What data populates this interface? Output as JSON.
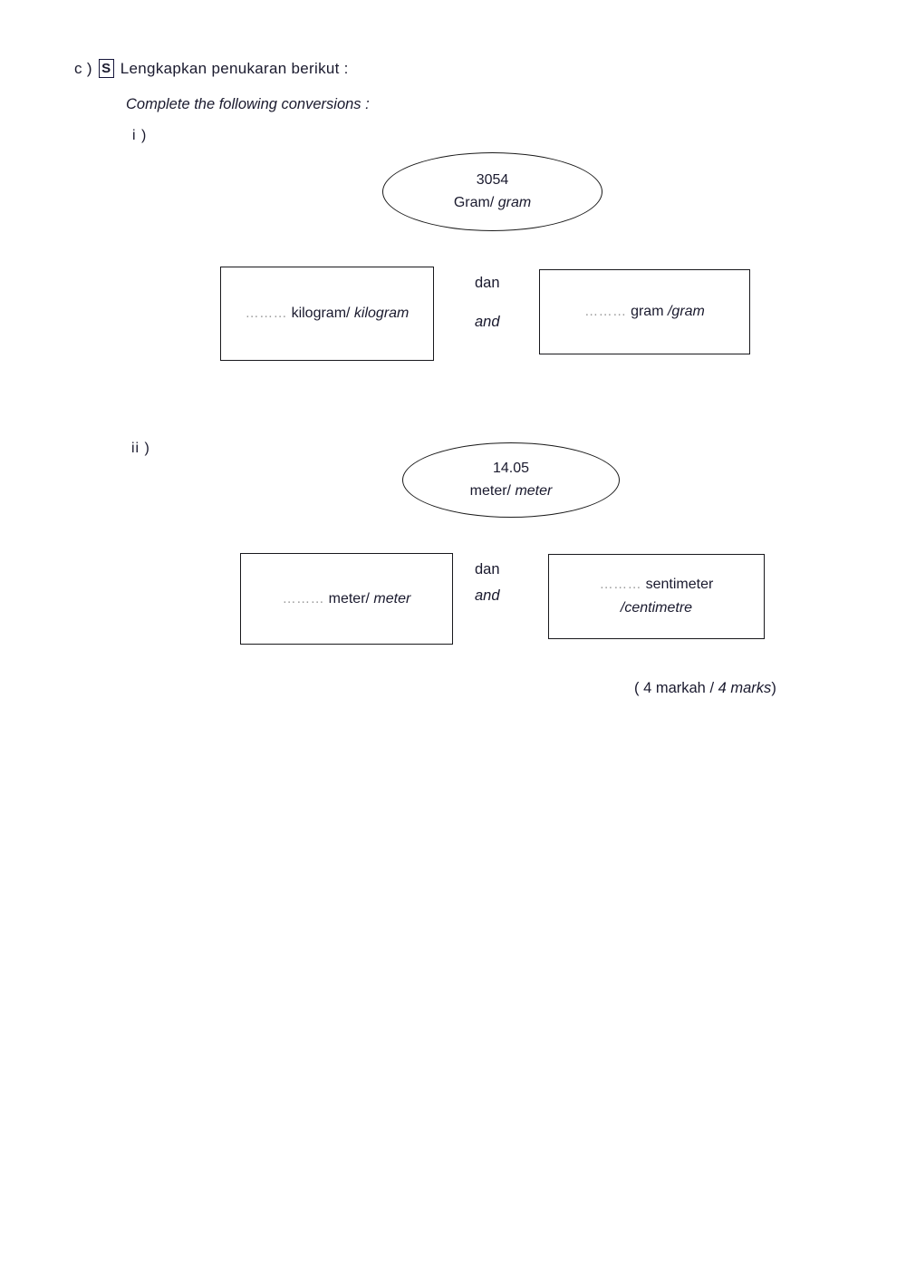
{
  "question": {
    "number": "c )",
    "icon_letter": "S",
    "instruction_my": "Lengkapkan penukaran berikut :",
    "instruction_en": "Complete the following conversions :"
  },
  "items": [
    {
      "marker": "i )",
      "source": {
        "value": "3054",
        "unit_my": "Gram/",
        "unit_en": "gram"
      },
      "answers": [
        {
          "dots": "………",
          "unit_my": "kilogram/",
          "unit_en": "kilogram",
          "unit_en2": ""
        },
        {
          "dots": "………",
          "unit_my": "gram",
          "unit_en": "/gram",
          "unit_en2": ""
        }
      ],
      "connector_my": "dan",
      "connector_en": "and"
    },
    {
      "marker": "ii )",
      "source": {
        "value": "14.05",
        "unit_my": "meter/",
        "unit_en": "meter"
      },
      "answers": [
        {
          "dots": "………",
          "unit_my": "meter/",
          "unit_en": "meter",
          "unit_en2": ""
        },
        {
          "dots": "………",
          "unit_my": "sentimeter",
          "unit_en": "",
          "unit_en2": "/centimetre"
        }
      ],
      "connector_my": "dan",
      "connector_en": "and"
    }
  ],
  "marks": {
    "my": "( 4 markah /",
    "en": "4 marks",
    "close": ")"
  },
  "colors": {
    "ink": "#1a1a2e",
    "border": "#18181c",
    "dots": "#9a9a9a",
    "page": "#ffffff"
  }
}
